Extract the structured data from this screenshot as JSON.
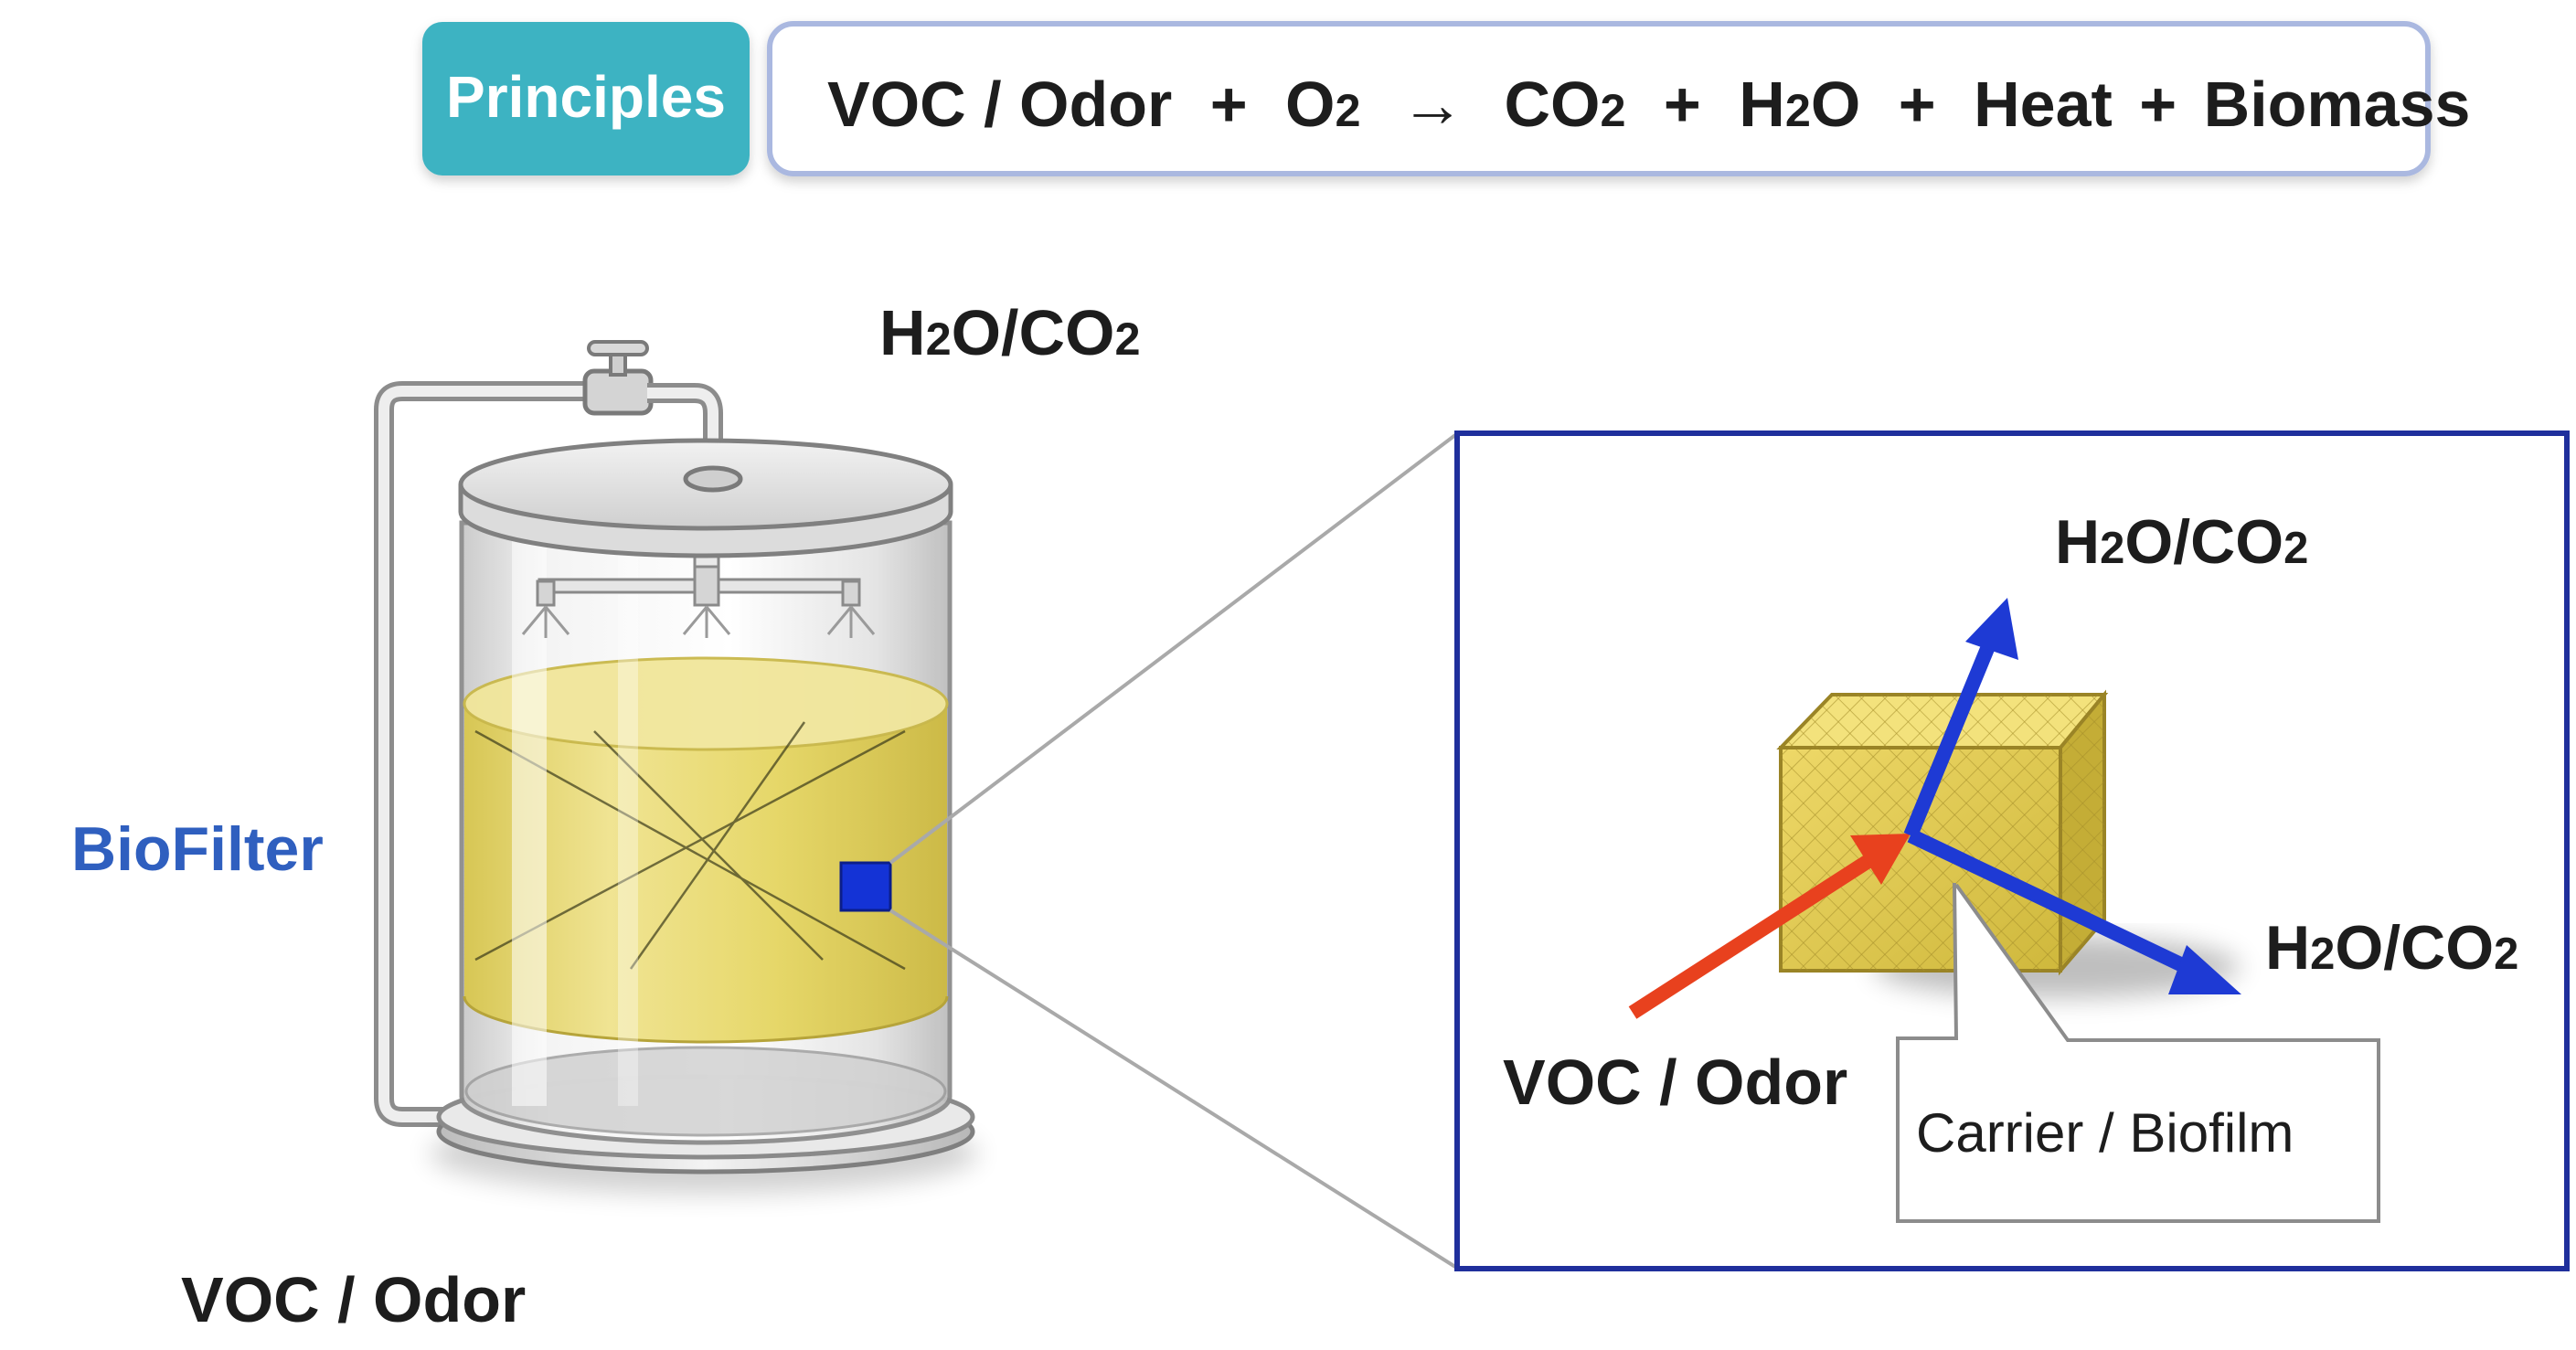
{
  "header": {
    "badge_label": "Principles",
    "equation": {
      "voc_odor": "VOC / Odor",
      "plus_1": "+",
      "o": "O",
      "o2_sub": "2",
      "arrow": "→",
      "co": "CO",
      "co2_sub": "2",
      "plus_2": "+",
      "h": "H",
      "h2o_sub": "2",
      "o_end": "O",
      "plus_3": "+",
      "heat": "Heat",
      "plus_4": "+",
      "biomass": "Biomass"
    }
  },
  "labels": {
    "biofilter": "BioFilter",
    "voc_odor_inlet": "VOC / Odor",
    "outlet": {
      "h": "H",
      "sub1": "2",
      "mid": "O/CO",
      "sub2": "2"
    }
  },
  "inset": {
    "outlet_top": {
      "h": "H",
      "sub1": "2",
      "mid": "O/CO",
      "sub2": "2"
    },
    "outlet_right": {
      "h": "H",
      "sub1": "2",
      "mid": "O/CO",
      "sub2": "2"
    },
    "voc_odor": "VOC / Odor",
    "carrier_biofilm": "Carrier / Biofilm"
  },
  "colors": {
    "badge": "#3cb3c2",
    "header_border": "#aab8e0",
    "biofilter_text": "#2f5fbf",
    "inset_border": "#1f2f9c",
    "marker": "#1433d6",
    "arrow_in": "#e8411e",
    "arrow_out": "#1e3ad4",
    "liquid": "#e3d35a"
  },
  "icons": {
    "tap": "water-tap-icon",
    "sprayers": "spray-nozzle-icon"
  }
}
